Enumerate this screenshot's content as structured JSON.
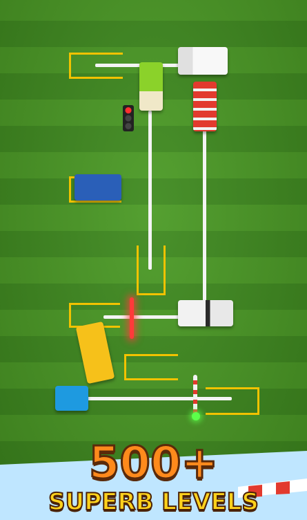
{
  "promo": {
    "headline": "500+",
    "subline": "SUPERB LEVELS"
  },
  "colors": {
    "grass_light": "#4a9a24",
    "grass_dark": "#3e8a1e",
    "slot_outline": "#f2c200",
    "path_line": "#f4f4f4",
    "banner_sky": "#bfe6ff",
    "headline_fill": "#ff8a1c",
    "subline_fill": "#ffd21c"
  },
  "vehicles": [
    {
      "name": "white-box-truck",
      "color": "#f2f2f2"
    },
    {
      "name": "green-dump-truck",
      "color": "#8bd22a"
    },
    {
      "name": "red-fire-truck",
      "color": "#e23a2e"
    },
    {
      "name": "blue-van",
      "color": "#2a5fb8"
    },
    {
      "name": "white-semi-truck",
      "color": "#f2f2f2"
    },
    {
      "name": "yellow-school-bus",
      "color": "#f6c11a"
    },
    {
      "name": "blue-bus",
      "color": "#1e9ae0"
    }
  ],
  "traffic_lights": [
    {
      "name": "traffic-light-top",
      "state": "red"
    },
    {
      "name": "barrier-red",
      "state": "red"
    },
    {
      "name": "barrier-green",
      "state": "green"
    }
  ]
}
